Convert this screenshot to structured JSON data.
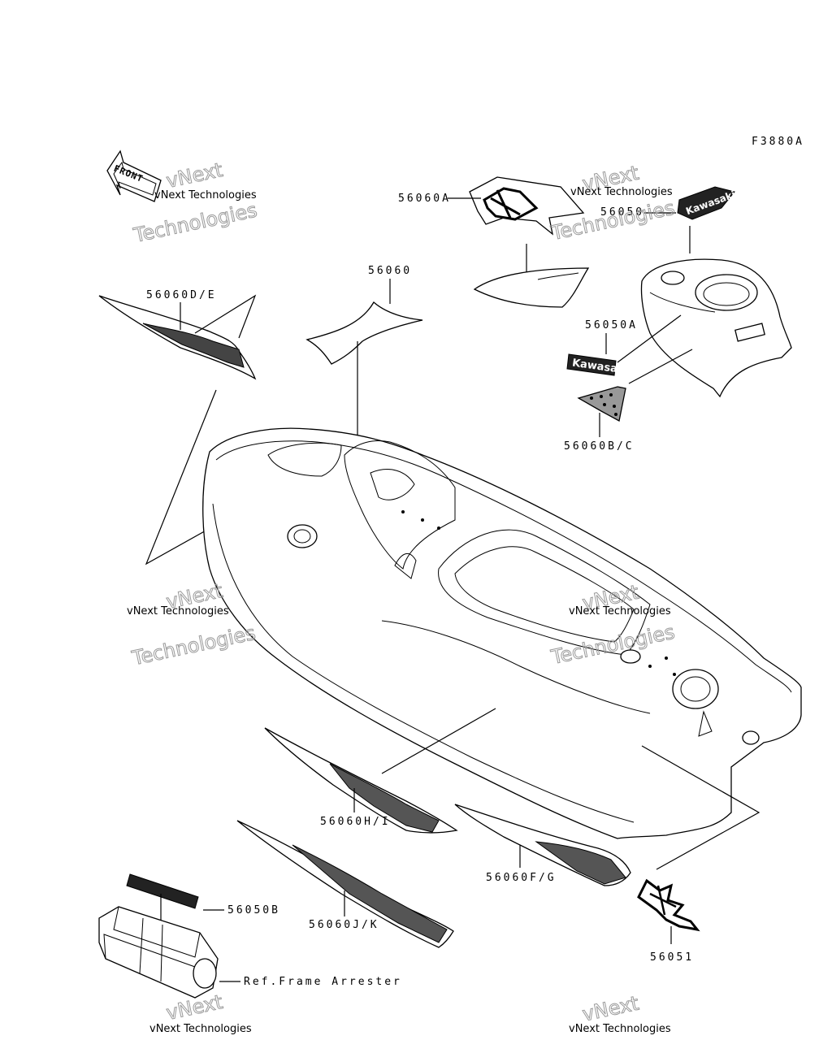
{
  "diagram_code": "F3880A",
  "front_label": "FRONT",
  "callouts": [
    {
      "id": "56060A",
      "text": "56060A"
    },
    {
      "id": "56050",
      "text": "56050"
    },
    {
      "id": "56060",
      "text": "56060"
    },
    {
      "id": "56060DE",
      "text": "56060D/E"
    },
    {
      "id": "56050A",
      "text": "56050A"
    },
    {
      "id": "56060BC",
      "text": "56060B/C"
    },
    {
      "id": "56060HI",
      "text": "56060H/I"
    },
    {
      "id": "56060FG",
      "text": "56060F/G"
    },
    {
      "id": "56050B",
      "text": "56050B"
    },
    {
      "id": "56060JK",
      "text": "56060J/K"
    },
    {
      "id": "56051",
      "text": "56051"
    }
  ],
  "reference_note": "Ref.Frame Arrester",
  "watermark": {
    "line1": "vNext Technologies",
    "line2_outline": "vNext",
    "line3_outline": "Technologies"
  },
  "decal_text": "Kawasaki"
}
